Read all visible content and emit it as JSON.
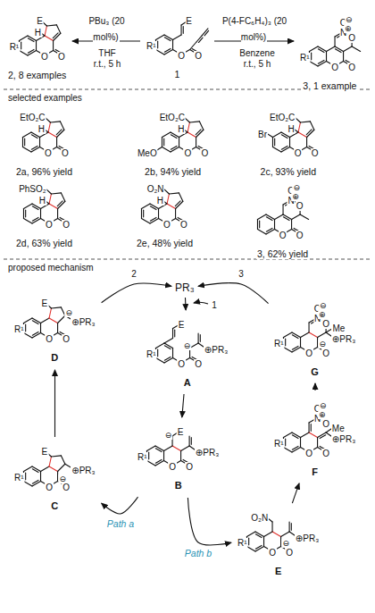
{
  "diagram": {
    "nodes": [
      {
        "text": [
          "2, 8 examples",
          "E",
          "H",
          "R¹",
          "O",
          "O"
        ]
      },
      {
        "text": [
          "1",
          "E",
          "R¹",
          "O",
          "O"
        ]
      },
      {
        "text": [
          "3, 1 example",
          "O",
          "⊖",
          "N",
          "⊕",
          "O",
          "R¹",
          "O",
          "O"
        ]
      },
      {
        "text": [
          "2a, 96% yield",
          "EtO₂C",
          "H",
          "O",
          "O"
        ]
      },
      {
        "text": [
          "2b, 94% yield",
          "EtO₂C",
          "H",
          "MeO",
          "O",
          "O"
        ]
      },
      {
        "text": [
          "2c, 93% yield",
          "EtO₂C",
          "Br",
          "H",
          "O",
          "O"
        ]
      },
      {
        "text": [
          "2d, 63% yield",
          "PhSO₂",
          "H",
          "O",
          "O"
        ]
      },
      {
        "text": [
          "2e, 48% yield",
          "O₂N",
          "H",
          "O",
          "O"
        ]
      },
      {
        "text": [
          "3, 62% yield",
          "O",
          "⊖",
          "N",
          "⊕",
          "O",
          "O",
          "O"
        ]
      },
      {
        "text": [
          "PR₃"
        ]
      },
      {
        "text": [
          "D",
          "E",
          "⊖",
          "⊕PR₃",
          "R¹",
          "O",
          "O"
        ]
      },
      {
        "text": [
          "G",
          "O",
          "⊖",
          "N",
          "⊕",
          "O",
          "Me",
          "⊕PR₃",
          "⊖",
          "R¹",
          "O",
          "O"
        ]
      },
      {
        "text": [
          "A",
          "E",
          "R¹",
          "O",
          "O",
          "⊖",
          "⊕PR₃"
        ]
      },
      {
        "text": [
          "F",
          "O",
          "⊖",
          "N",
          "⊕",
          "O",
          "Me",
          "⊕PR₃",
          "R¹",
          "O",
          "O"
        ]
      },
      {
        "text": [
          "C",
          "E",
          "⊖",
          "⊕PR₃",
          "R¹",
          "O",
          "O"
        ]
      },
      {
        "text": [
          "B",
          "E",
          "⊖",
          "⊕PR₃",
          "R¹",
          "O",
          "O"
        ]
      },
      {
        "text": [
          "E",
          "O₂N",
          "⊖",
          "⊕PR₃",
          "R¹",
          "O",
          "O"
        ]
      }
    ],
    "edges": [
      {
        "from": 1,
        "to": 0,
        "arrow": "to",
        "label": "PBu₃ (20 mol%)"
      },
      {
        "from": 1,
        "to": 2,
        "arrow": "to",
        "label": "P(4-FC₆H₄)₃ (20 mol%)"
      },
      {
        "from": 9,
        "to": 12,
        "arrow": "to"
      },
      {
        "from": 12,
        "to": 15,
        "arrow": "to"
      },
      {
        "from": 15,
        "to": 14,
        "arrow": "to",
        "label": "Path a"
      },
      {
        "from": 14,
        "to": 10,
        "arrow": "to"
      },
      {
        "from": 10,
        "to": 9,
        "arrow": "to"
      },
      {
        "from": 15,
        "to": 16,
        "arrow": "to",
        "label": "Path b"
      },
      {
        "from": 16,
        "to": 13,
        "arrow": "to"
      },
      {
        "from": 13,
        "to": 11,
        "arrow": "to"
      },
      {
        "from": 11,
        "to": 9,
        "arrow": "to"
      }
    ],
    "labels": [
      "THF",
      "r.t., 5 h",
      "Benzene",
      "r.t., 5 h",
      "selected examples",
      "proposed mechanism",
      "1",
      "2",
      "3"
    ]
  }
}
